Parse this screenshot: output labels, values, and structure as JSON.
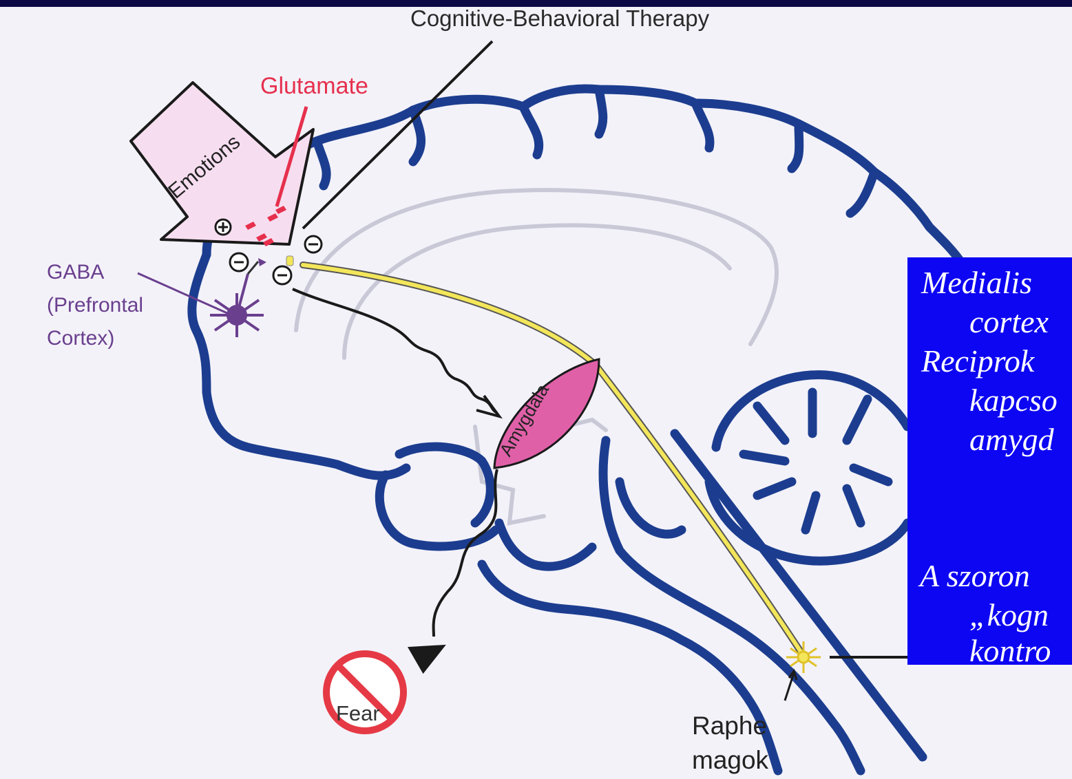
{
  "labels": {
    "cognitive_behavioral_therapy": "Cognitive-Behavioral Therapy",
    "glutamate": "Glutamate",
    "emotions": "Emotions",
    "gaba": "GABA",
    "prefrontal": "(Prefrontal",
    "cortex": "Cortex)",
    "amygdala": "Amygdala",
    "fear": "Fear",
    "raphe": "Raphe",
    "magok": "magok",
    "plus_sign": "+",
    "minus_sign": "−"
  },
  "info_panel": {
    "lines": [
      "Medialis",
      "cortex",
      "Reciprok",
      "kapcso",
      "amygd",
      "A szoron",
      "„kogn",
      "kontro"
    ]
  },
  "colors": {
    "background": "#f3f2f9",
    "top_bar": "#0c0a44",
    "brain_outline": "#1c3d8f",
    "glutamate": "#e6304d",
    "gaba": "#6a3f8e",
    "yellow_pathway": "#f3e65a",
    "amygdala_fill": "#e060a8",
    "emotions_fill": "#f6def0",
    "info_panel": "#0d06f2",
    "no_sign": "#e53a45"
  }
}
